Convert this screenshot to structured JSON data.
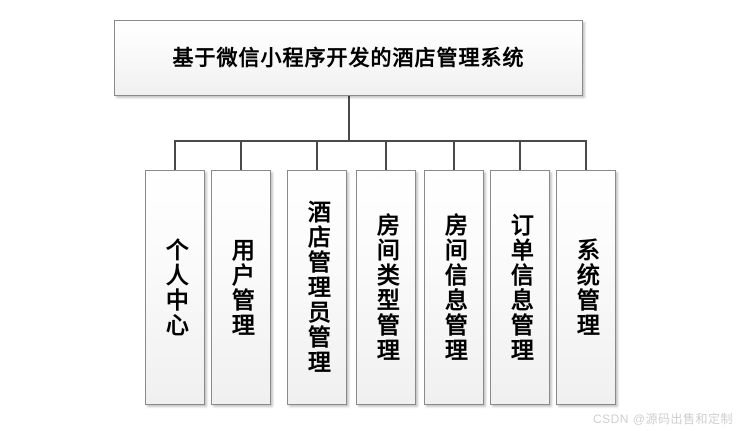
{
  "diagram": {
    "type": "organization-tree",
    "root": {
      "label": "基于微信小程序开发的酒店管理系统"
    },
    "children": [
      {
        "label": "个人中心"
      },
      {
        "label": "用户管理"
      },
      {
        "label": "酒店管理员管理"
      },
      {
        "label": "房间类型管理"
      },
      {
        "label": "房间信息管理"
      },
      {
        "label": "订单信息管理"
      },
      {
        "label": "系统管理"
      }
    ]
  },
  "watermark": {
    "text": "CSDN @源码出售和定制"
  },
  "colors": {
    "background": "#ffffff",
    "box_border": "#8a8a8a",
    "box_fill_top": "#ffffff",
    "box_fill_bottom": "#f0f0f0",
    "connector": "#4a4a4a",
    "text": "#000000",
    "watermark": "#cfcfcf"
  }
}
